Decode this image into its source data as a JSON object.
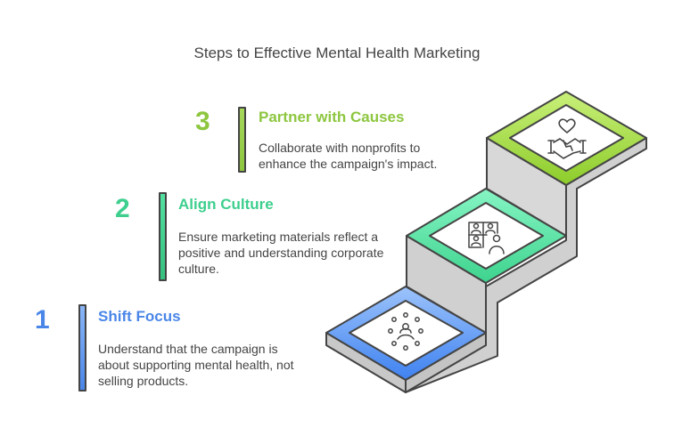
{
  "title": "Steps to Effective Mental Health Marketing",
  "steps": [
    {
      "number": "1",
      "title": "Shift Focus",
      "description": "Understand that the campaign is about supporting mental health, not selling products.",
      "color": "#4a86e8",
      "icon": "community-circle-icon"
    },
    {
      "number": "2",
      "title": "Align Culture",
      "description": "Ensure marketing materials reflect a positive and understanding corporate culture.",
      "color": "#3ecf8e",
      "icon": "video-meeting-icon"
    },
    {
      "number": "3",
      "title": "Partner with Causes",
      "description": "Collaborate with nonprofits to enhance the campaign's impact.",
      "color": "#8dc63f",
      "icon": "handshake-heart-icon"
    }
  ]
}
